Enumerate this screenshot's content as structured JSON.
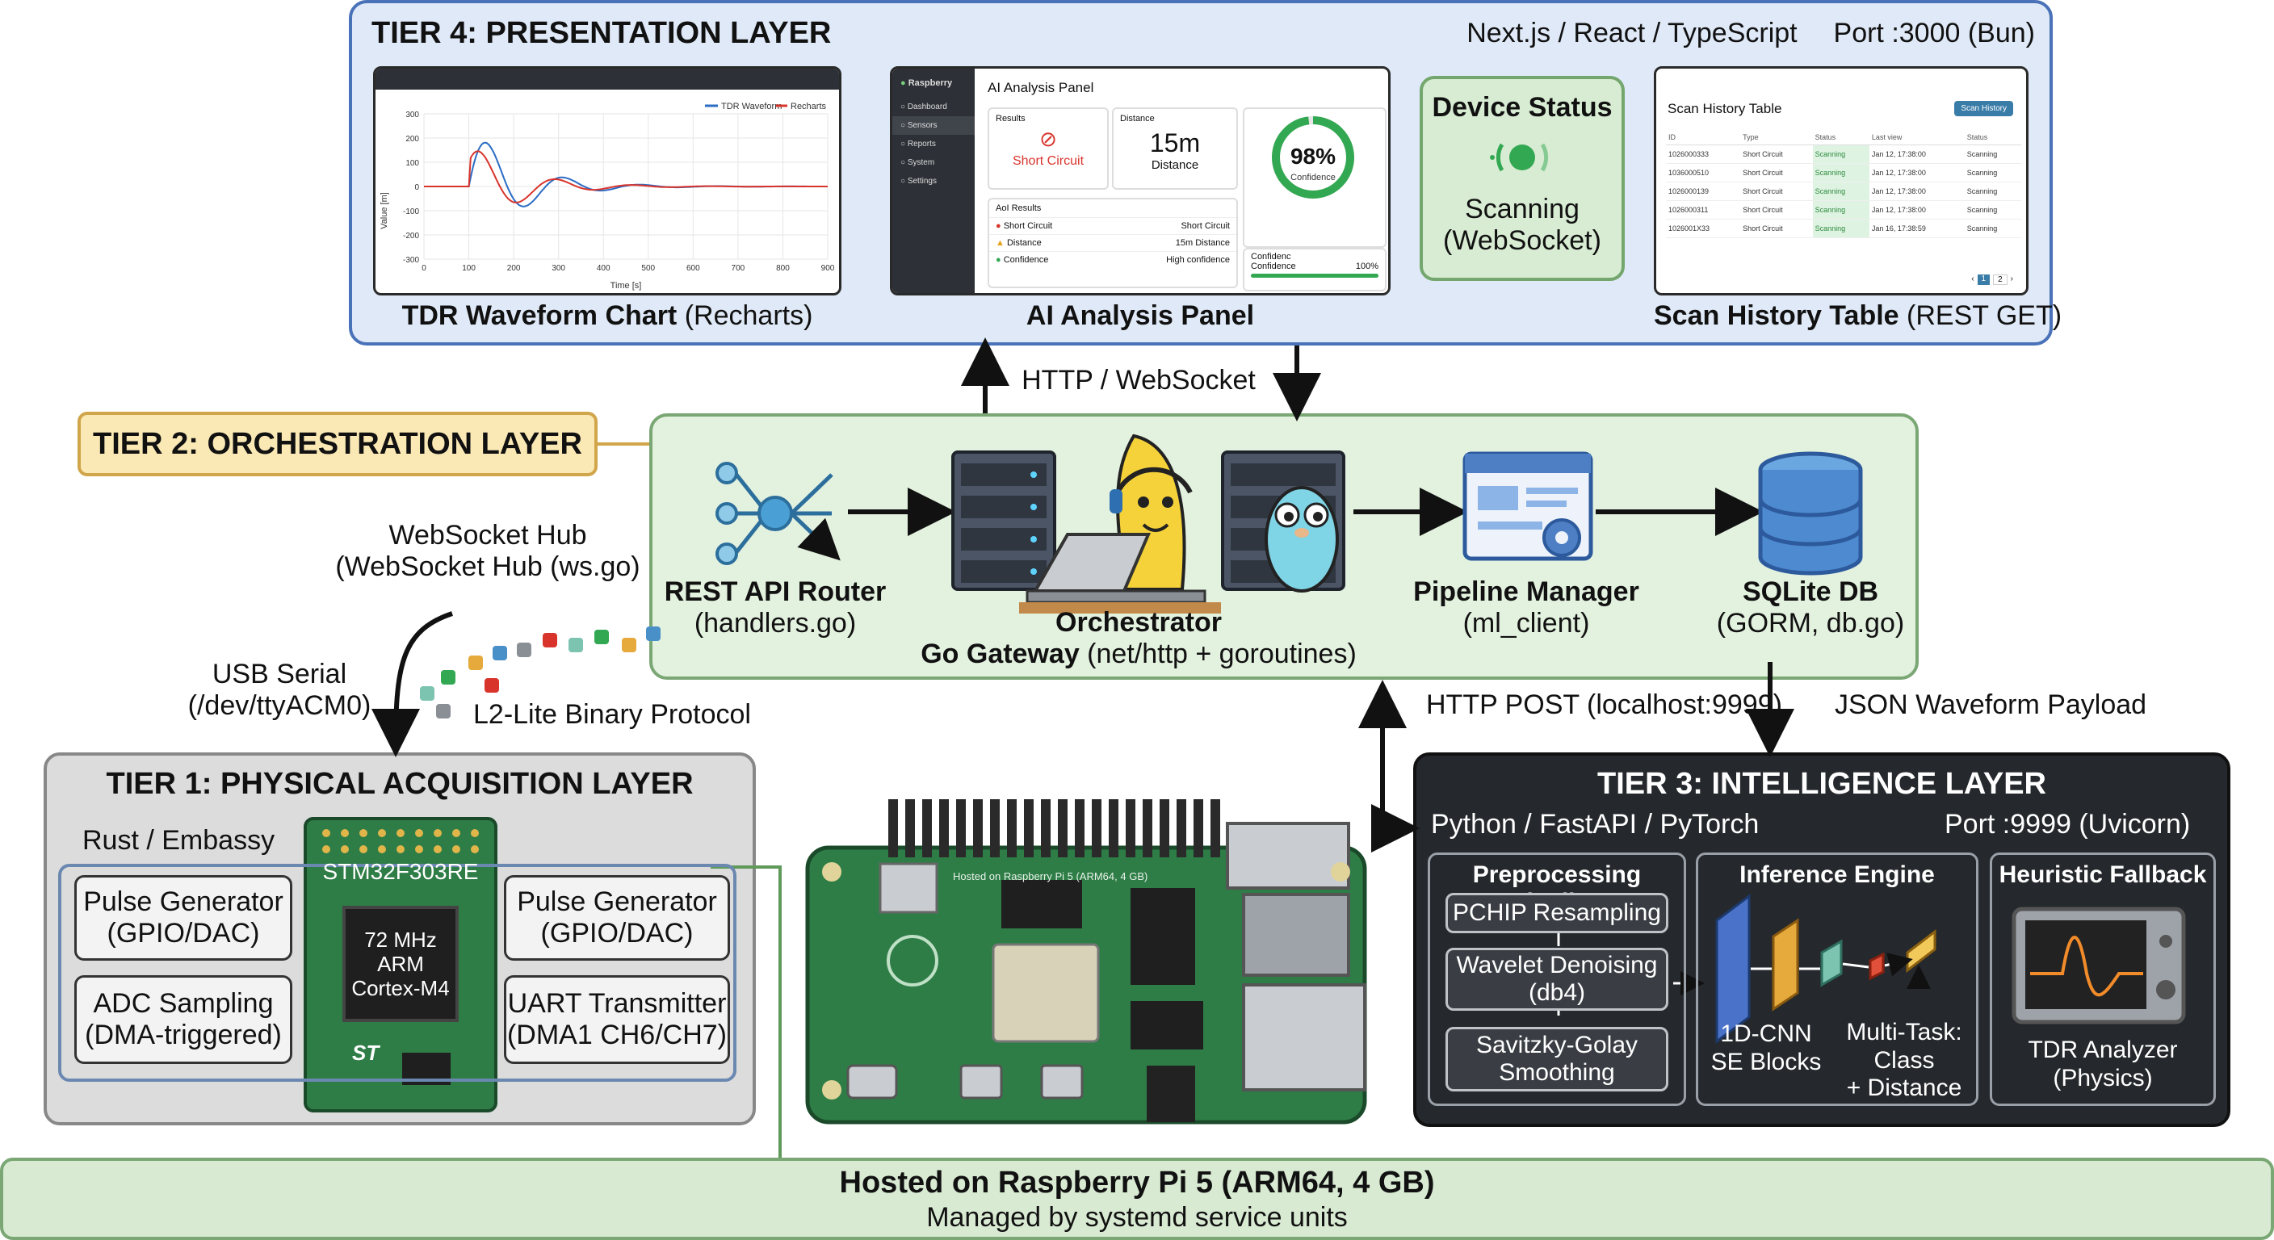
{
  "colors": {
    "tier4_bg": "#dfe9f7",
    "tier4_border": "#4a72b8",
    "tier2_bg": "#e3f1df",
    "tier2_border": "#7aa774",
    "tier2_tag_bg": "#fbe9b5",
    "tier2_tag_border": "#d1a54a",
    "tier1_bg": "#dcdcdc",
    "tier3_bg": "#25282c",
    "footer_bg": "#d9ead3",
    "pcb_green": "#2e7d46",
    "accent_green": "#33a852",
    "accent_red": "#d8342c"
  },
  "tier4": {
    "title": "TIER 4: PRESENTATION LAYER",
    "tech": "Next.js / React / TypeScript",
    "port": "Port :3000 (Bun)",
    "chart_panel": {
      "caption_bold": "TDR Waveform Chart",
      "caption_rest": " (Recharts)",
      "legend_a": "TDR Waveform",
      "legend_b": "Recharts",
      "ylabel": "Value [m]",
      "xlabel": "Time [s]",
      "yticks": [
        "300",
        "200",
        "100",
        "0",
        "-100",
        "-200",
        "-300"
      ],
      "xticks": [
        "0",
        "100",
        "200",
        "300",
        "400",
        "500",
        "600",
        "700",
        "800",
        "900"
      ]
    },
    "ai_panel": {
      "caption": "AI Analysis Panel",
      "brand": "Raspberry",
      "nav": [
        "Dashboard",
        "Sensors",
        "Reports",
        "System",
        "Settings"
      ],
      "header": "AI Analysis Panel",
      "results_label": "Results",
      "results_value": "Short Circuit",
      "distance_label": "Distance",
      "distance_value": "15m",
      "distance_sub": "Distance",
      "confidence_value": "98%",
      "confidence_label": "Confidence",
      "list_header": "AoI Results",
      "rows": [
        {
          "left": "Short Circuit",
          "right": "Short Circuit"
        },
        {
          "left": "Distance",
          "right": "15m Distance"
        },
        {
          "left": "Confidence",
          "right": "High confidence"
        }
      ],
      "conf_box_title": "Confidenc",
      "conf_box_label": "Confidence",
      "conf_box_value": "100%"
    },
    "device_status": {
      "title": "Device Status",
      "state": "Scanning",
      "sub": "(WebSocket)"
    },
    "scan_table": {
      "caption_bold": "Scan History Table",
      "caption_rest": " (REST GET)",
      "header": "Scan History Table",
      "button": "Scan History",
      "columns": [
        "ID",
        "Type",
        "Status",
        "Last view",
        "Status"
      ],
      "rows": [
        [
          "1026000333",
          "Short Circuit",
          "Scanning",
          "Jan 12, 17:38:00",
          "Scanning"
        ],
        [
          "1036000510",
          "Short Circuit",
          "Scanning",
          "Jan 12, 17:38:00",
          "Scanning"
        ],
        [
          "1026000139",
          "Short Circuit",
          "Scanning",
          "Jan 12, 17:38:00",
          "Scanning"
        ],
        [
          "1026000311",
          "Short Circuit",
          "Scanning",
          "Jan 12, 17:38:00",
          "Scanning"
        ],
        [
          "1026001X33",
          "Short Circuit",
          "Scanning",
          "Jan 16, 17:38:59",
          "Scanning"
        ]
      ],
      "pages": [
        "1",
        "2"
      ]
    }
  },
  "connectors": {
    "http_ws": "HTTP / WebSocket",
    "ws_hub_line1": "WebSocket Hub",
    "ws_hub_line2": "(WebSocket Hub (ws.go)",
    "usb_line1": "USB Serial",
    "usb_line2": "(/dev/ttyACM0)",
    "l2": "L2-Lite Binary Protocol",
    "http_post": "HTTP POST (localhost:9999)",
    "json_payload": "JSON Waveform Payload"
  },
  "tier2": {
    "tag": "TIER 2: ORCHESTRATION LAYER",
    "rest_router": "REST API Router",
    "rest_router_sub": "(handlers.go)",
    "orchestrator": "Orchestrator",
    "gateway_bold": "Go Gateway",
    "gateway_rest": " (net/http + goroutines)",
    "pipeline": "Pipeline Manager",
    "pipeline_sub": "(ml_client)",
    "sqlite": "SQLite DB",
    "sqlite_sub": "(GORM, db.go)"
  },
  "tier1": {
    "title": "TIER 1: PHYSICAL ACQUISITION LAYER",
    "lang": "Rust / Embassy",
    "mcu": "STM32F303RE",
    "chip_l1": "72 MHz",
    "chip_l2": "ARM",
    "chip_l3": "Cortex-M4",
    "st_logo": "ST",
    "box_tl_1": "Pulse Generator",
    "box_tl_2": "(GPIO/DAC)",
    "box_bl_1": "ADC Sampling",
    "box_bl_2": "(DMA-triggered)",
    "box_tr_1": "Pulse Generator",
    "box_tr_2": "(GPIO/DAC)",
    "box_br_1": "UART Transmitter",
    "box_br_2": "(DMA1 CH6/CH7)"
  },
  "pi_board": {
    "silk": "Hosted on Raspberry Pi 5 (ARM64, 4 GB)"
  },
  "tier3": {
    "title": "TIER 3: INTELLIGENCE LAYER",
    "tech": "Python / FastAPI / PyTorch",
    "port": "Port :9999 (Uvicorn)",
    "pre_title": "Preprocessing Pipeline",
    "pre_1": "PCHIP Resampling",
    "pre_2a": "Wavelet Denoising",
    "pre_2b": "(db4)",
    "pre_3a": "Savitzky-Golay",
    "pre_3b": "Smoothing",
    "inf_title": "Inference Engine",
    "inf_l1": "1D-CNN",
    "inf_l2": "SE Blocks",
    "inf_r1": "Multi-Task:",
    "inf_r2": "Class",
    "inf_r3": "+ Distance",
    "heur_title": "Heuristic Fallback",
    "heur_1": "TDR Analyzer",
    "heur_2": "(Physics)"
  },
  "footer": {
    "title": "Hosted on Raspberry Pi 5 (ARM64, 4 GB)",
    "sub": "Managed by systemd service units"
  }
}
